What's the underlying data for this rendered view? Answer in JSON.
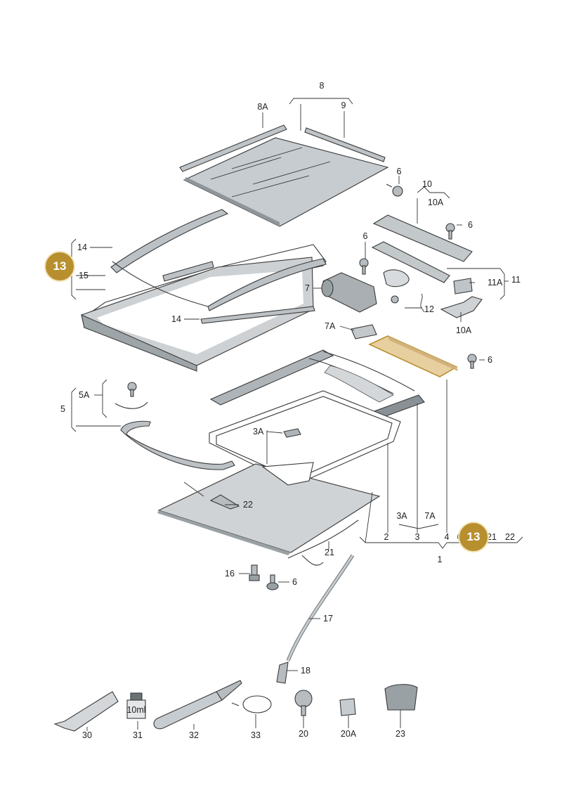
{
  "diagram": {
    "highlight_color": "#b88f2e",
    "part_color": "#c9cdd0",
    "highlighted_part_fill": "#e8cfa0",
    "callouts": [
      {
        "id": "c8",
        "text": "8"
      },
      {
        "id": "c8a",
        "text": "8A"
      },
      {
        "id": "c9",
        "text": "9"
      },
      {
        "id": "c6a",
        "text": "6"
      },
      {
        "id": "c10",
        "text": "10"
      },
      {
        "id": "c10a",
        "text": "10A"
      },
      {
        "id": "c6b",
        "text": "6"
      },
      {
        "id": "c14a",
        "text": "14"
      },
      {
        "id": "c15",
        "text": "15"
      },
      {
        "id": "c6c",
        "text": "6"
      },
      {
        "id": "c7",
        "text": "7"
      },
      {
        "id": "c11a",
        "text": "11A"
      },
      {
        "id": "c11",
        "text": "11"
      },
      {
        "id": "c12",
        "text": "12"
      },
      {
        "id": "c10a2",
        "text": "10A"
      },
      {
        "id": "c14b",
        "text": "14"
      },
      {
        "id": "c7a",
        "text": "7A"
      },
      {
        "id": "c6d",
        "text": "6"
      },
      {
        "id": "c5a",
        "text": "5A"
      },
      {
        "id": "c5",
        "text": "5"
      },
      {
        "id": "c3a",
        "text": "3A"
      },
      {
        "id": "c22a",
        "text": "22"
      },
      {
        "id": "c3a2",
        "text": "3A"
      },
      {
        "id": "c7a2",
        "text": "7A"
      },
      {
        "id": "c2",
        "text": "2"
      },
      {
        "id": "c3",
        "text": "3"
      },
      {
        "id": "c4",
        "text": "4"
      },
      {
        "id": "c6e",
        "text": "6"
      },
      {
        "id": "c21a",
        "text": "21"
      },
      {
        "id": "c22b",
        "text": "22"
      },
      {
        "id": "c1",
        "text": "1"
      },
      {
        "id": "c21b",
        "text": "21"
      },
      {
        "id": "c16",
        "text": "16"
      },
      {
        "id": "c6f",
        "text": "6"
      },
      {
        "id": "c17",
        "text": "17"
      },
      {
        "id": "c18",
        "text": "18"
      },
      {
        "id": "c30",
        "text": "30"
      },
      {
        "id": "c31",
        "text": "31"
      },
      {
        "id": "c32",
        "text": "32"
      },
      {
        "id": "c33",
        "text": "33"
      },
      {
        "id": "c20",
        "text": "20"
      },
      {
        "id": "c20a",
        "text": "20A"
      },
      {
        "id": "c23",
        "text": "23"
      }
    ],
    "badges": [
      {
        "text": "13"
      },
      {
        "text": "13"
      }
    ],
    "bottle_label": "10ml"
  }
}
